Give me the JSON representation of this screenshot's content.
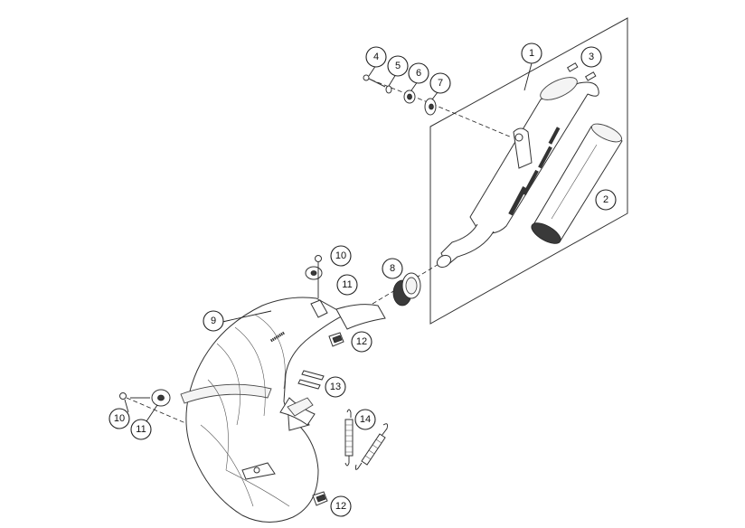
{
  "callouts": [
    {
      "id": "1",
      "label": "1"
    },
    {
      "id": "2",
      "label": "2"
    },
    {
      "id": "3",
      "label": "3"
    },
    {
      "id": "4",
      "label": "4"
    },
    {
      "id": "5",
      "label": "5"
    },
    {
      "id": "6",
      "label": "6"
    },
    {
      "id": "7",
      "label": "7"
    },
    {
      "id": "8",
      "label": "8"
    },
    {
      "id": "9",
      "label": "9"
    },
    {
      "id": "10a",
      "label": "10"
    },
    {
      "id": "11a",
      "label": "11"
    },
    {
      "id": "12a",
      "label": "12"
    },
    {
      "id": "13",
      "label": "13"
    },
    {
      "id": "14",
      "label": "14"
    },
    {
      "id": "10b",
      "label": "10"
    },
    {
      "id": "11b",
      "label": "11"
    },
    {
      "id": "12b",
      "label": "12"
    }
  ]
}
